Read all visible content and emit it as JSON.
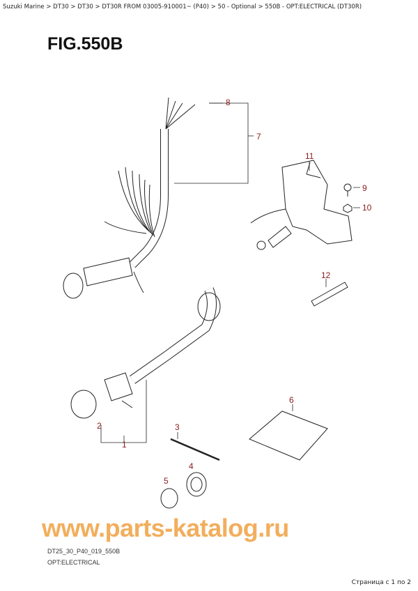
{
  "breadcrumb": [
    "Suzuki Marine",
    "DT30",
    "DT30",
    "DT30R FROM 03005-910001~ (P40)",
    "50 - Optional",
    "550B - OPT:ELECTRICAL (DT30R)"
  ],
  "breadcrumb_separator": " > ",
  "figure_title": "FIG.550B",
  "part_numbers": [
    "1",
    "2",
    "3",
    "4",
    "5",
    "6",
    "7",
    "8",
    "9",
    "10",
    "11",
    "12"
  ],
  "watermark": "www.parts-katalog.ru",
  "diagram_code": "DT25_30_P40_019_550B",
  "diagram_subtitle": "OPT:ELECTRICAL",
  "pagination": "Страница с 1 по 2",
  "colors": {
    "part_number": "#8b1a1a",
    "watermark": "#f0a040"
  }
}
